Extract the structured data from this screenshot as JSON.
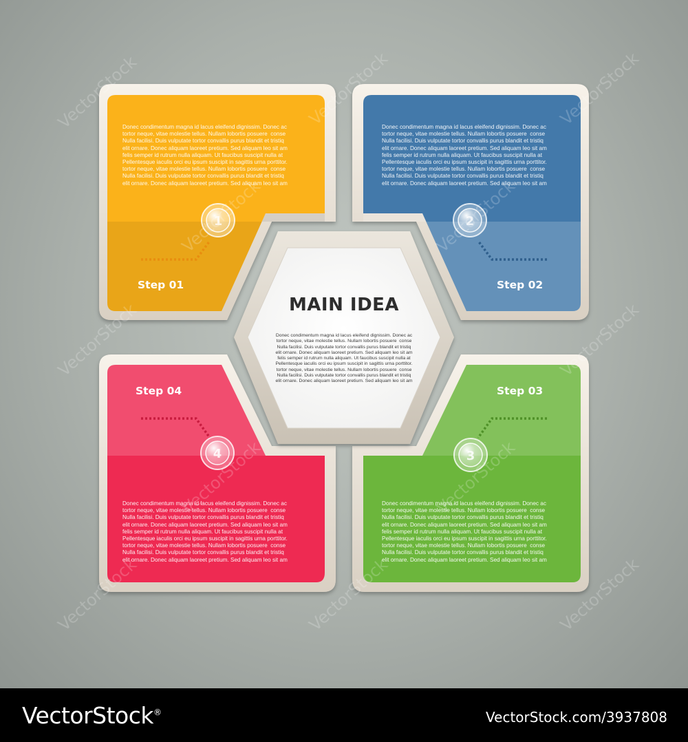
{
  "main": {
    "title": "MAIN IDEA",
    "text": "Donec condimentum magna id lacus eleifend dignissim. Donec ac\ntortor neque, vitae molestie tellus. Nullam lobortis posuere  conse\nNulla facilisi. Duis vulputate tortor convallis purus blandit et tristiq\nelit ornare. Donec aliquam laoreet pretium. Sed aliquam leo sit am\nfelis semper id rutrum nulla aliquam. Ut faucibus suscipit nulla at\nPellentesque iaculis orci eu ipsum suscipit in sagittis urna porttitor.\ntortor neque, vitae molestie tellus. Nullam lobortis posuere  conse\nNulla facilisi. Duis vulputate tortor convallis purus blandit et tristiq\nelit ornare. Donec aliquam laoreet pretium. Sed aliquam leo sit am"
  },
  "steps": [
    {
      "label": "Step 01",
      "number": "1",
      "color": "#fbb21a",
      "text": "Donec condimentum magna id lacus eleifend dignissim. Donec ac\ntortor neque, vitae molestie tellus. Nullam lobortis posuere  conse\nNulla facilisi. Duis vulputate tortor convallis purus blandit et tristiq\nelit ornare. Donec aliquam laoreet pretium. Sed aliquam leo sit am\nfelis semper id rutrum nulla aliquam. Ut faucibus suscipit nulla at\nPellentesque iaculis orci eu ipsum suscipit in sagittis urna porttitor.\ntortor neque, vitae molestie tellus. Nullam lobortis posuere  conse\nNulla facilisi. Duis vulputate tortor convallis purus blandit et tristiq\nelit ornare. Donec aliquam laoreet pretium. Sed aliquam leo sit am"
    },
    {
      "label": "Step 02",
      "number": "2",
      "color": "#4379aa",
      "text": "Donec condimentum magna id lacus eleifend dignissim. Donec ac\ntortor neque, vitae molestie tellus. Nullam lobortis posuere  conse\nNulla facilisi. Duis vulputate tortor convallis purus blandit et tristiq\nelit ornare. Donec aliquam laoreet pretium. Sed aliquam leo sit am\nfelis semper id rutrum nulla aliquam. Ut faucibus suscipit nulla at\nPellentesque iaculis orci eu ipsum suscipit in sagittis urna porttitor.\ntortor neque, vitae molestie tellus. Nullam lobortis posuere  conse\nNulla facilisi. Duis vulputate tortor convallis purus blandit et tristiq\nelit ornare. Donec aliquam laoreet pretium. Sed aliquam leo sit am"
    },
    {
      "label": "Step 03",
      "number": "3",
      "color": "#6cb63c",
      "text": "Donec condimentum magna id lacus eleifend dignissim. Donec ac\ntortor neque, vitae molestie tellus. Nullam lobortis posuere  conse\nNulla facilisi. Duis vulputate tortor convallis purus blandit et tristiq\nelit ornare. Donec aliquam laoreet pretium. Sed aliquam leo sit am\nfelis semper id rutrum nulla aliquam. Ut faucibus suscipit nulla at\nPellentesque iaculis orci eu ipsum suscipit in sagittis urna porttitor.\ntortor neque, vitae molestie tellus. Nullam lobortis posuere  conse\nNulla facilisi. Duis vulputate tortor convallis purus blandit et tristiq\nelit ornare. Donec aliquam laoreet pretium. Sed aliquam leo sit am"
    },
    {
      "label": "Step 04",
      "number": "4",
      "color": "#ee2a52",
      "text": "Donec condimentum magna id lacus eleifend dignissim. Donec ac\ntortor neque, vitae molestie tellus. Nullam lobortis posuere  conse\nNulla facilisi. Duis vulputate tortor convallis purus blandit et tristiq\nelit ornare. Donec aliquam laoreet pretium. Sed aliquam leo sit am\nfelis semper id rutrum nulla aliquam. Ut faucibus suscipit nulla at\nPellentesque iaculis orci eu ipsum suscipit in sagittis urna porttitor.\ntortor neque, vitae molestie tellus. Nullam lobortis posuere  conse\nNulla facilisi. Duis vulputate tortor convallis purus blandit et tristiq\nelit ornare. Donec aliquam laoreet pretium. Sed aliquam leo sit am"
    }
  ],
  "watermark": "VectorStock",
  "footer": {
    "brand": "VectorStock",
    "registered": "®",
    "url": "VectorStock.com/3937808"
  }
}
